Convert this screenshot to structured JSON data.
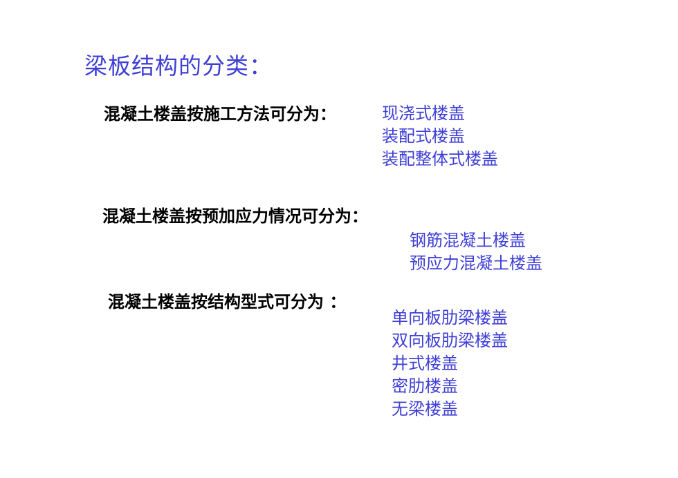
{
  "title": "梁板结构的分类：",
  "groups": [
    {
      "label": "混凝土楼盖按施工方法可分为：",
      "items": [
        "现浇式楼盖",
        "装配式楼盖",
        "装配整体式楼盖"
      ]
    },
    {
      "label": "混凝土楼盖按预加应力情况可分为：",
      "items": [
        "钢筋混凝土楼盖",
        "预应力混凝土楼盖"
      ]
    },
    {
      "label": "混凝土楼盖按结构型式可分为 ：",
      "items": [
        "单向板肋梁楼盖",
        "双向板肋梁楼盖",
        "井式楼盖",
        "密肋楼盖",
        "无梁楼盖"
      ]
    }
  ],
  "colors": {
    "accent": "#3f3fd6",
    "text": "#000000",
    "background": "#ffffff"
  }
}
